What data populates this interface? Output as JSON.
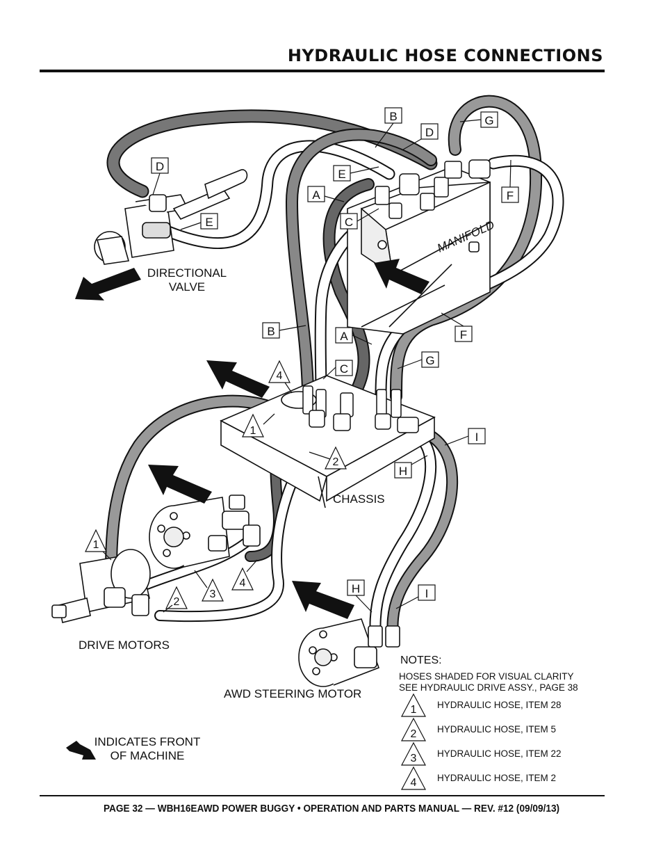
{
  "header": {
    "title": "HYDRAULIC HOSE CONNECTIONS"
  },
  "footer": {
    "text": "PAGE 32 — WBH16EAWD POWER BUGGY • OPERATION AND PARTS MANUAL — REV. #12 (09/09/13)"
  },
  "diagram": {
    "manifold_label": "MANIFOLD",
    "directional_valve": [
      "DIRECTIONAL",
      "VALVE"
    ],
    "chassis": "CHASSIS",
    "drive_motors": "DRIVE MOTORS",
    "awd_steering_motor": "AWD STEERING MOTOR",
    "front_indicator": [
      "INDICATES FRONT",
      "OF MACHINE"
    ],
    "callouts": {
      "b_top": "B",
      "d_top": "D",
      "g_top": "G",
      "d_left": "D",
      "e_mid": "E",
      "a_top": "A",
      "f_right": "F",
      "e_left": "E",
      "c_top": "C",
      "b_mid": "B",
      "a_mid": "A",
      "f_mid": "F",
      "c_mid": "C",
      "g_mid": "G",
      "i_mid": "I",
      "h_mid": "H",
      "h_low": "H",
      "i_low": "I"
    },
    "triangles": {
      "t4_top": "4",
      "t1_top": "1",
      "t2_mid": "2",
      "t1_left": "1",
      "t3_mid": "3",
      "t2_low": "2",
      "t4_low": "4"
    }
  },
  "notes": {
    "title": "NOTES:",
    "line1": "HOSES SHADED FOR VISUAL CLARITY",
    "line2": "SEE HYDRAULIC DRIVE ASSY., PAGE 38",
    "items": [
      {
        "num": "1",
        "text": "HYDRAULIC HOSE, ITEM 28"
      },
      {
        "num": "2",
        "text": "HYDRAULIC HOSE, ITEM 5"
      },
      {
        "num": "3",
        "text": "HYDRAULIC HOSE, ITEM 22"
      },
      {
        "num": "4",
        "text": "HYDRAULIC HOSE, ITEM 2"
      }
    ]
  }
}
